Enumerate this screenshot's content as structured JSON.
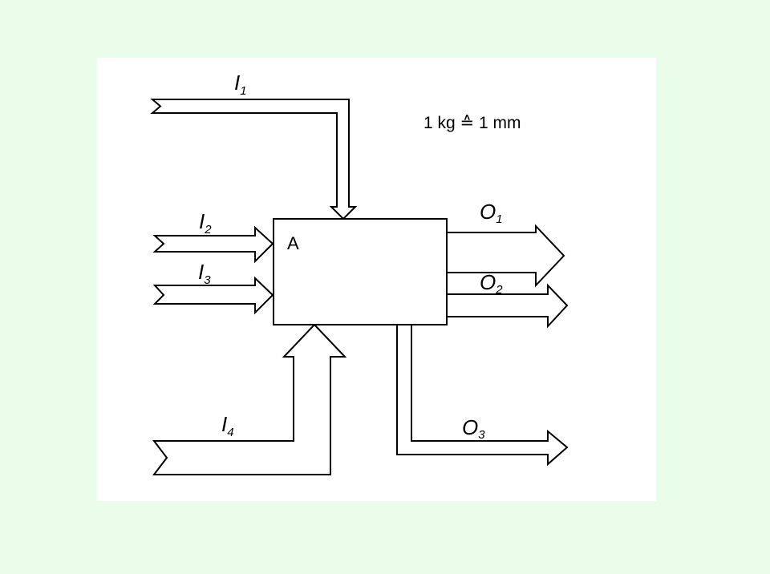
{
  "diagram": {
    "scale_legend": "1 kg ≙ 1 mm",
    "process_box": {
      "label": "A"
    },
    "inputs": [
      {
        "name": "I",
        "sub": "1"
      },
      {
        "name": "I",
        "sub": "2"
      },
      {
        "name": "I",
        "sub": "3"
      },
      {
        "name": "I",
        "sub": "4"
      }
    ],
    "outputs": [
      {
        "name": "O",
        "sub": "1"
      },
      {
        "name": "O",
        "sub": "2"
      },
      {
        "name": "O",
        "sub": "3"
      }
    ]
  }
}
